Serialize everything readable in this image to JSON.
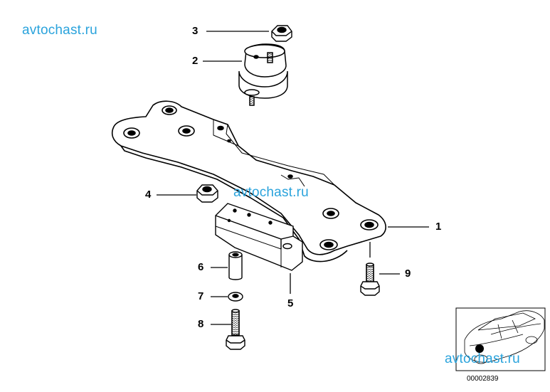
{
  "watermark": {
    "text": "avtochast.ru"
  },
  "callouts": {
    "c1": "1",
    "c2": "2",
    "c3": "3",
    "c4": "4",
    "c5": "5",
    "c6": "6",
    "c7": "7",
    "c8": "8",
    "c9": "9"
  },
  "document_number": "00002839",
  "colors": {
    "watermark": "#2aa3dc",
    "line": "#000000",
    "background": "#ffffff"
  }
}
